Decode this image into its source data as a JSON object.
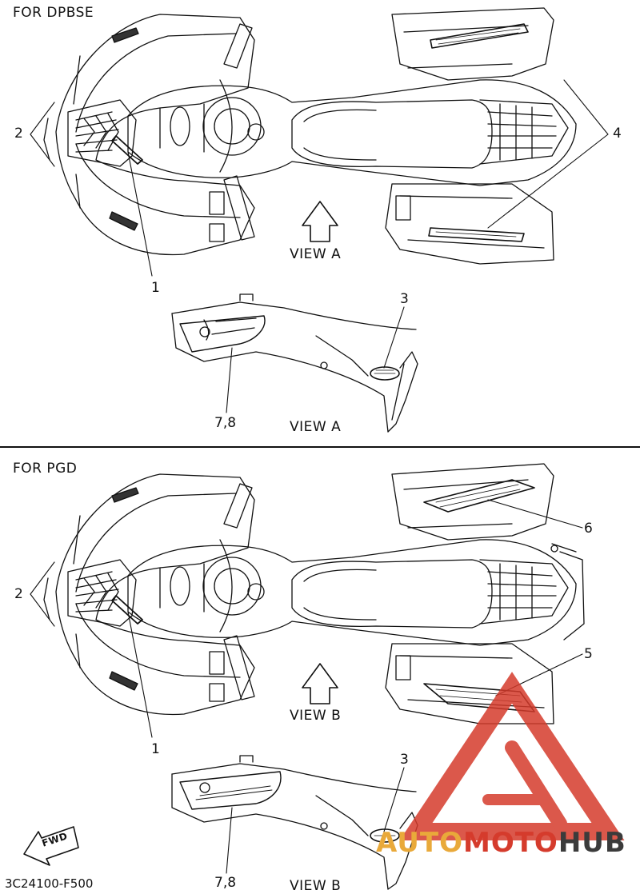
{
  "sections": [
    {
      "heading": "FOR DPBSE",
      "view_label": "VIEW A",
      "view_label_lower": "VIEW A",
      "callouts": [
        "2",
        "4",
        "1",
        "3",
        "7,8"
      ]
    },
    {
      "heading": "FOR PGD",
      "view_label": "VIEW B",
      "view_label_lower": "VIEW B",
      "callouts": [
        "2",
        "6",
        "5",
        "1",
        "3",
        "7,8"
      ]
    }
  ],
  "fwd_label": "FWD",
  "part_code": "3C24100-F500",
  "watermark": {
    "part1": "AUTO",
    "part2": "MOTO",
    "part3": "HUB"
  },
  "colors": {
    "line": "#111111",
    "watermark_red": "#d53b2c",
    "watermark_orange": "#e9a93a"
  }
}
